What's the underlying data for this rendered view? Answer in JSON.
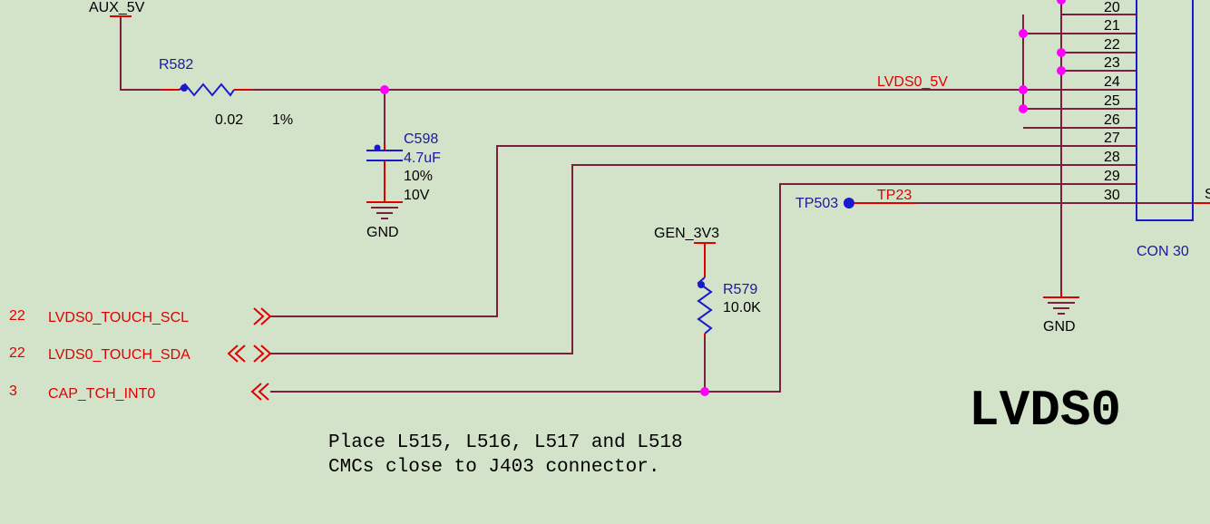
{
  "colors": {
    "background": "#d3e3c9",
    "wire": "#7a1f3d",
    "junction": "#ff00ff",
    "component": "#1a1acc",
    "lead": "#e00000",
    "net_label": "#e00000",
    "text": "#000000",
    "designator": "#1a1a99"
  },
  "power": {
    "aux_5v": "AUX_5V",
    "gen_3v3": "GEN_3V3",
    "gnd_left": "GND",
    "gnd_right": "GND"
  },
  "r582": {
    "ref": "R582",
    "value": "0.02",
    "tolerance": "1%"
  },
  "c598": {
    "ref": "C598",
    "value": "4.7uF",
    "tolerance": "10%",
    "voltage": "10V"
  },
  "r579": {
    "ref": "R579",
    "value": "10.0K"
  },
  "nets": {
    "lvds0_5v": "LVDS0_5V",
    "tp23": "TP23"
  },
  "testpoint": {
    "ref": "TP503"
  },
  "connector": {
    "name": "CON 30",
    "pins": [
      "20",
      "21",
      "22",
      "23",
      "24",
      "25",
      "26",
      "27",
      "28",
      "29",
      "30"
    ],
    "edge_letter": "S"
  },
  "ports": [
    {
      "sheet": "22",
      "name": "LVDS0_TOUCH_SCL"
    },
    {
      "sheet": "22",
      "name": "LVDS0_TOUCH_SDA"
    },
    {
      "sheet": "3",
      "name": "CAP_TCH_INT0"
    }
  ],
  "sheet_title": "LVDS0",
  "note": {
    "line1": "Place L515, L516, L517 and L518",
    "line2": "CMCs close to J403 connector."
  }
}
